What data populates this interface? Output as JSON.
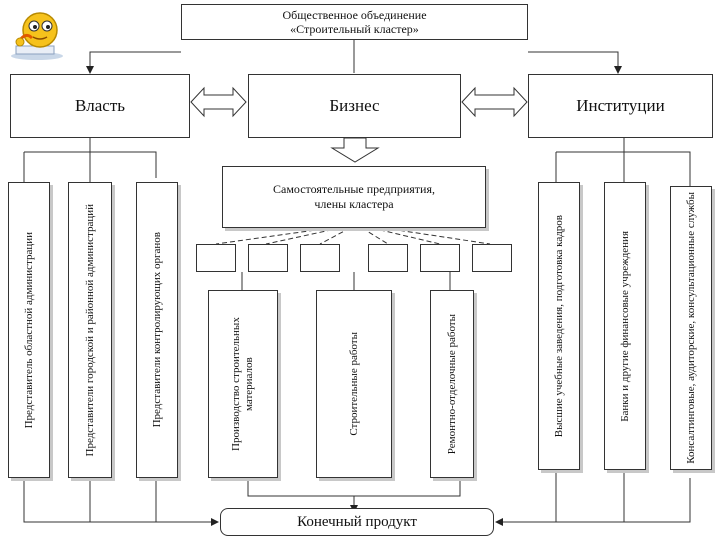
{
  "header": {
    "line1": "Общественное объединение",
    "line2": "«Строительный кластер»"
  },
  "top_boxes": {
    "power": "Власть",
    "business": "Бизнес",
    "institutions": "Институции"
  },
  "enterprises": {
    "line1": "Самостоятельные предприятия,",
    "line2": "члены кластера"
  },
  "power_columns": [
    "Представитель областной администрации",
    "Представители городской и районной администраций",
    "Представители контролирующих органов"
  ],
  "business_columns": [
    "Производство строительных материалов",
    "Строительные работы",
    "Ремонтно-отделочные работы"
  ],
  "institution_columns": [
    "Высшие учебные заведения, подготовка кадров",
    "Банки и другие финансовые учреждения",
    "Консалтинговые, аудиторские, консультационные службы"
  ],
  "final_product": "Конечный продукт",
  "icons": [
    "thinking-emoji-logo-icon"
  ]
}
